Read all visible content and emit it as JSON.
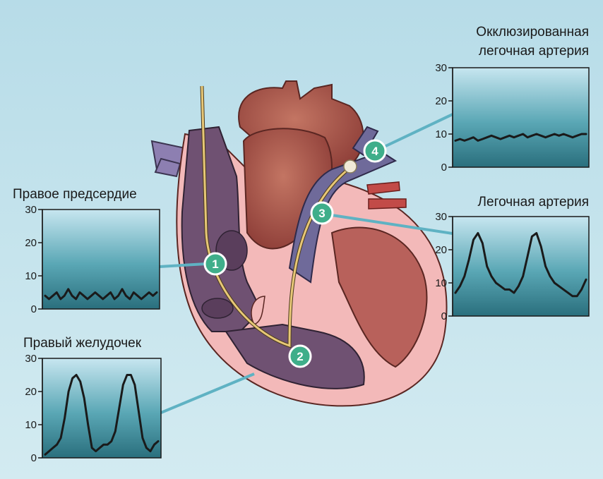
{
  "colors": {
    "background": "#bfe0ea",
    "plot_top": "#c7e6f0",
    "plot_bottom": "#2a6f7d",
    "trace": "#1a1a1a",
    "heart_outer": "#f3b9b9",
    "heart_muscle": "#9b4a42",
    "chamber": "#6f5172",
    "vein": "#6f6a9a",
    "catheter": "#e7c777",
    "badge": "#3fae8a",
    "connector": "#5fb2c3"
  },
  "labels": {
    "ra": "Правое предсердие",
    "rv": "Правый желудочек",
    "pa": "Легочная артерия",
    "wedge_line1": "Окклюзированная",
    "wedge_line2": "легочная артерия"
  },
  "badges": [
    "1",
    "2",
    "3",
    "4"
  ],
  "chart_data": [
    {
      "type": "line",
      "title": "Правое предсердие",
      "ylim": [
        0,
        30
      ],
      "yticks": [
        0,
        10,
        20,
        30
      ],
      "series": [
        {
          "values": [
            4,
            3,
            4,
            5,
            3,
            4,
            6,
            4,
            3,
            5,
            4,
            3,
            4,
            5,
            4,
            3,
            4,
            5,
            3,
            4,
            6,
            4,
            3,
            5,
            4,
            3,
            4,
            5,
            4,
            5
          ]
        }
      ]
    },
    {
      "type": "line",
      "title": "Правый желудочек",
      "ylim": [
        0,
        30
      ],
      "yticks": [
        0,
        10,
        20,
        30
      ],
      "series": [
        {
          "values": [
            1,
            2,
            3,
            4,
            6,
            12,
            20,
            24,
            25,
            23,
            18,
            10,
            3,
            2,
            3,
            4,
            4,
            5,
            8,
            15,
            22,
            25,
            25,
            22,
            14,
            6,
            3,
            2,
            4,
            5
          ]
        }
      ]
    },
    {
      "type": "line",
      "title": "Легочная артерия",
      "ylim": [
        0,
        30
      ],
      "yticks": [
        0,
        10,
        20,
        30
      ],
      "series": [
        {
          "values": [
            7,
            9,
            12,
            17,
            23,
            25,
            22,
            15,
            12,
            10,
            9,
            8,
            8,
            7,
            9,
            12,
            18,
            24,
            25,
            21,
            15,
            12,
            10,
            9,
            8,
            7,
            6,
            6,
            8,
            11
          ]
        }
      ]
    },
    {
      "type": "line",
      "title": "Окклюзированная легочная артерия",
      "ylim": [
        0,
        30
      ],
      "yticks": [
        0,
        10,
        20,
        30
      ],
      "series": [
        {
          "values": [
            8,
            8.5,
            8,
            8.5,
            9,
            8,
            8.5,
            9,
            9.5,
            9,
            8.5,
            9,
            9.5,
            9,
            9.5,
            10,
            9,
            9.5,
            10,
            9.5,
            9,
            9.5,
            10,
            9.5,
            10,
            9.5,
            9,
            9.5,
            10,
            10
          ]
        }
      ]
    }
  ]
}
